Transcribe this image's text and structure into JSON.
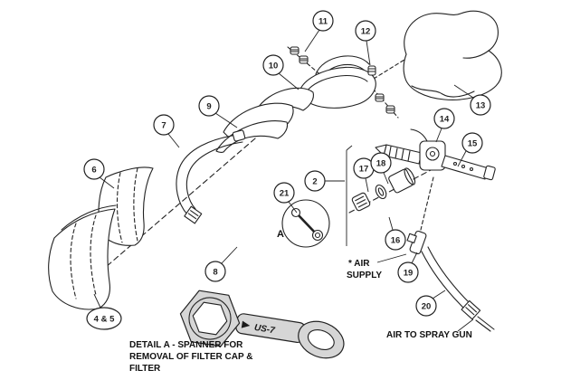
{
  "diagram": {
    "colors": {
      "line": "#222222",
      "wrench": "#d6d6d6",
      "background": "#ffffff"
    },
    "labels": {
      "detail_marker": "A",
      "air_supply_line1": "* AIR",
      "air_supply_line2": "SUPPLY",
      "air_to_spray_gun": "AIR TO SPRAY GUN",
      "detail_note_line1": "DETAIL A - SPANNER FOR",
      "detail_note_line2": "REMOVAL OF FILTER CAP &",
      "detail_note_line3": "FILTER",
      "spanner_marking": "US-7"
    },
    "callouts": [
      {
        "label": "11"
      },
      {
        "label": "12"
      },
      {
        "label": "13"
      },
      {
        "label": "10"
      },
      {
        "label": "9"
      },
      {
        "label": "7"
      },
      {
        "label": "6"
      },
      {
        "label": "2"
      },
      {
        "label": "21"
      },
      {
        "label": "17"
      },
      {
        "label": "18"
      },
      {
        "label": "14"
      },
      {
        "label": "15"
      },
      {
        "label": "16"
      },
      {
        "label": "19"
      },
      {
        "label": "20"
      },
      {
        "label": "8"
      },
      {
        "label": "4 & 5"
      }
    ]
  }
}
